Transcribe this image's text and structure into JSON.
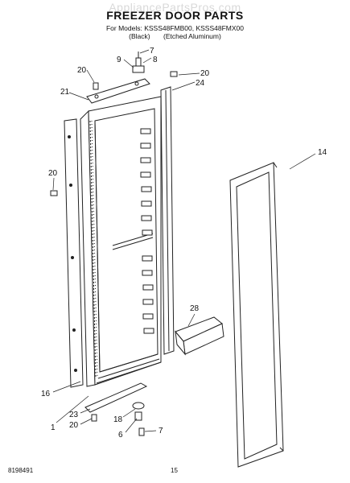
{
  "header": {
    "watermark": "AppliancePartsPros.com",
    "title": "FREEZER DOOR PARTS",
    "models": "For Models: KSSS48FMB00, KSSS48FMX00",
    "variant_black": "(Black)",
    "variant_aluminum": "(Etched Aluminum)"
  },
  "callouts": [
    "7",
    "8",
    "9",
    "20",
    "20",
    "24",
    "21",
    "20",
    "14",
    "28",
    "16",
    "1",
    "23",
    "20",
    "18",
    "6",
    "7"
  ],
  "footer": {
    "doc_number": "8198491",
    "page_number": "15"
  }
}
